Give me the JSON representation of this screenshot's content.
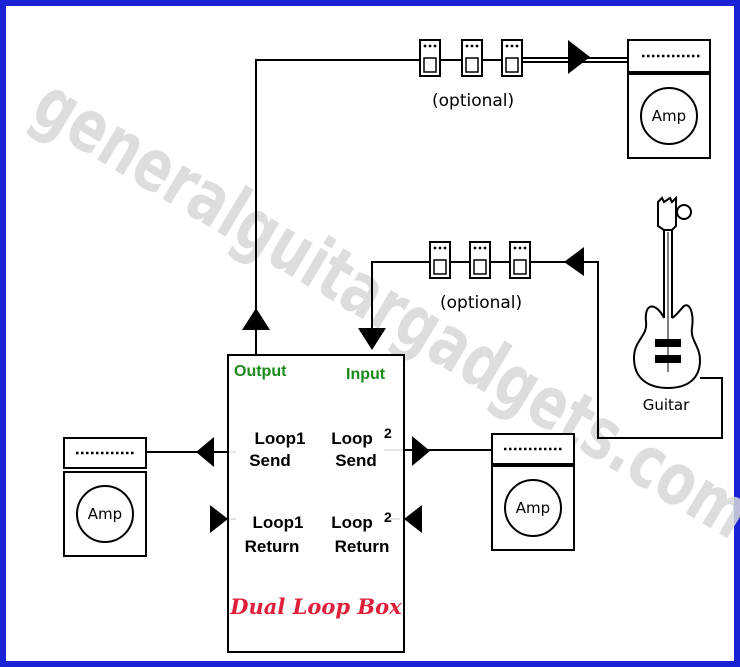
{
  "watermark": "generalguitargadgets.com",
  "box": {
    "output_label": "Output",
    "input_label": "Input",
    "loop1_send": [
      "Loop1",
      "Send"
    ],
    "loop2_send": [
      "Loop",
      "2",
      "Send"
    ],
    "loop1_return": [
      "Loop1",
      "Return"
    ],
    "loop2_return": [
      "Loop",
      "2",
      "Return"
    ],
    "title": "Dual Loop Box"
  },
  "optional_labels": [
    "(optional)",
    "(optional)"
  ],
  "amp_labels": [
    "Amp",
    "Amp",
    "Amp"
  ],
  "guitar_label": "Guitar",
  "colors": {
    "frame": "#1a22d6",
    "io_label": "#1a8a1a",
    "title": "#e0203a",
    "line": "#000000",
    "watermark": "#d8d8d8"
  }
}
